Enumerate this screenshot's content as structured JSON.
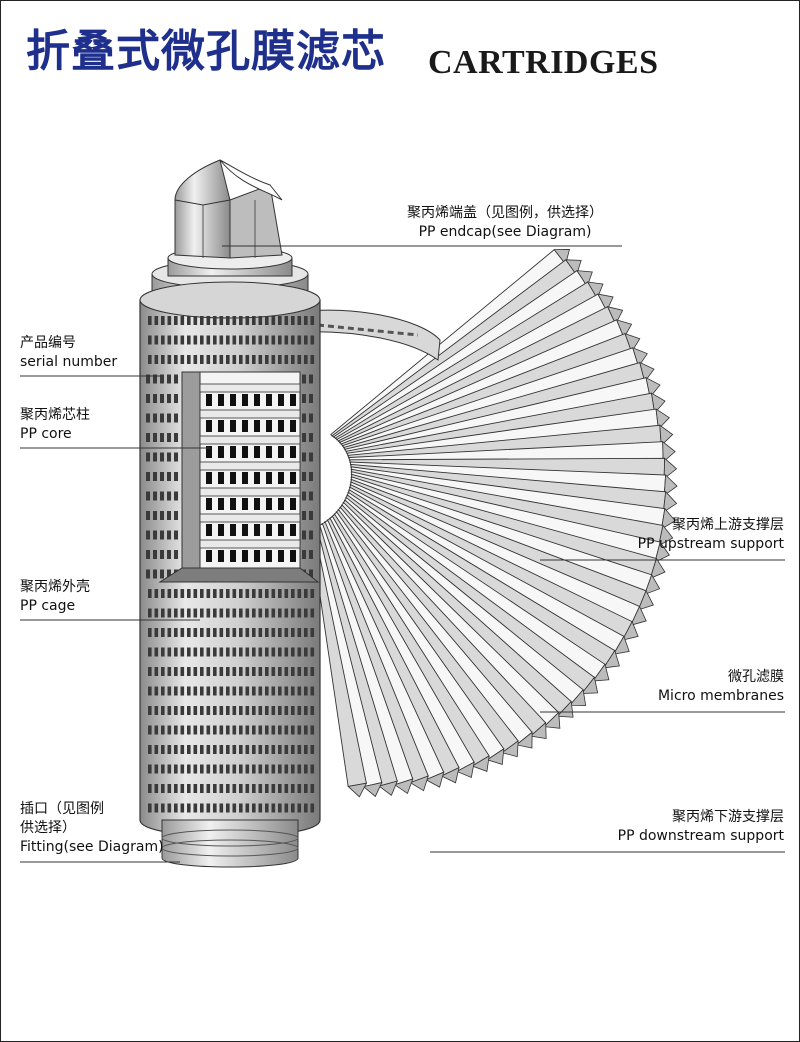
{
  "title": {
    "cn": "折叠式微孔膜滤芯",
    "en": "CARTRIDGES"
  },
  "labels": {
    "endcap": {
      "cn": "聚丙烯端盖（见图例，供选择）",
      "en": "PP endcap(see Diagram)"
    },
    "serial": {
      "cn": "产品编号",
      "en": "serial number"
    },
    "core": {
      "cn": "聚丙烯芯柱",
      "en": "PP core"
    },
    "cage": {
      "cn": "聚丙烯外壳",
      "en": "PP cage"
    },
    "fitting": {
      "cn1": "插口（见图例",
      "cn2": "供选择）",
      "en": "Fitting(see Diagram)"
    },
    "upstream": {
      "cn": "聚丙烯上游支撑层",
      "en": "PP upstream support"
    },
    "membrane": {
      "cn": "微孔滤膜",
      "en": "Micro membranes"
    },
    "downstream": {
      "cn": "聚丙烯下游支撑层",
      "en": "PP downstream support"
    }
  },
  "colors": {
    "title_blue": "#1f2f8c",
    "metal_light": "#e4e4e4",
    "metal_mid": "#b5b5b5",
    "metal_dark": "#6e6e6e",
    "line": "#333333"
  }
}
